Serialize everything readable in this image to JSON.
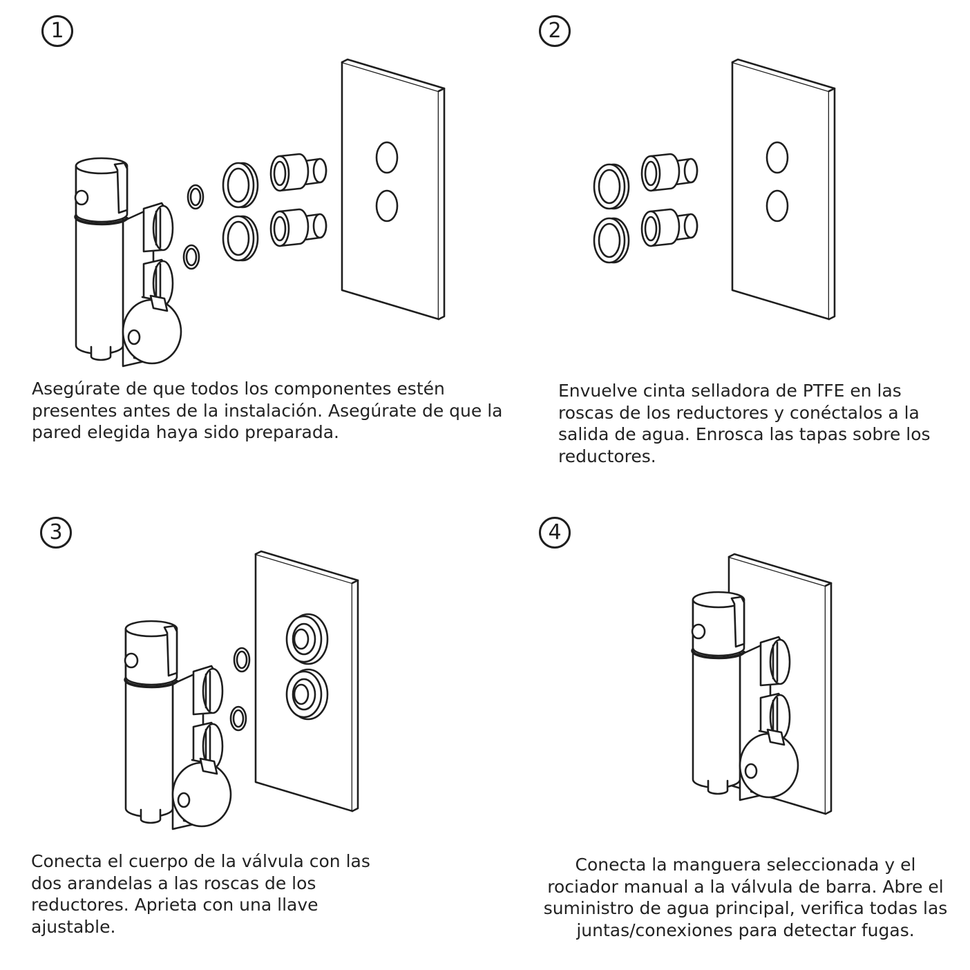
{
  "steps": [
    {
      "number": "1",
      "caption": "Asegúrate de que todos los componentes estén presentes antes de la instalación. Asegúrate de que la pared elegida haya sido preparada."
    },
    {
      "number": "2",
      "caption": "Envuelve cinta selladora de PTFE en las roscas de los reductores y conéctalos a la salida de agua. Enrosca las tapas sobre los reductores."
    },
    {
      "number": "3",
      "caption": "Conecta el cuerpo de la válvula con las dos arandelas a las roscas de los reductores. Aprieta con una llave ajustable."
    },
    {
      "number": "4",
      "caption": "Conecta la manguera seleccionada y el rociador manual a la válvula de barra. Abre el suministro de agua principal, verifica todas las juntas/conexiones para detectar fugas."
    }
  ],
  "colors": {
    "ink": "#1e1e1e",
    "paper": "#ffffff"
  }
}
